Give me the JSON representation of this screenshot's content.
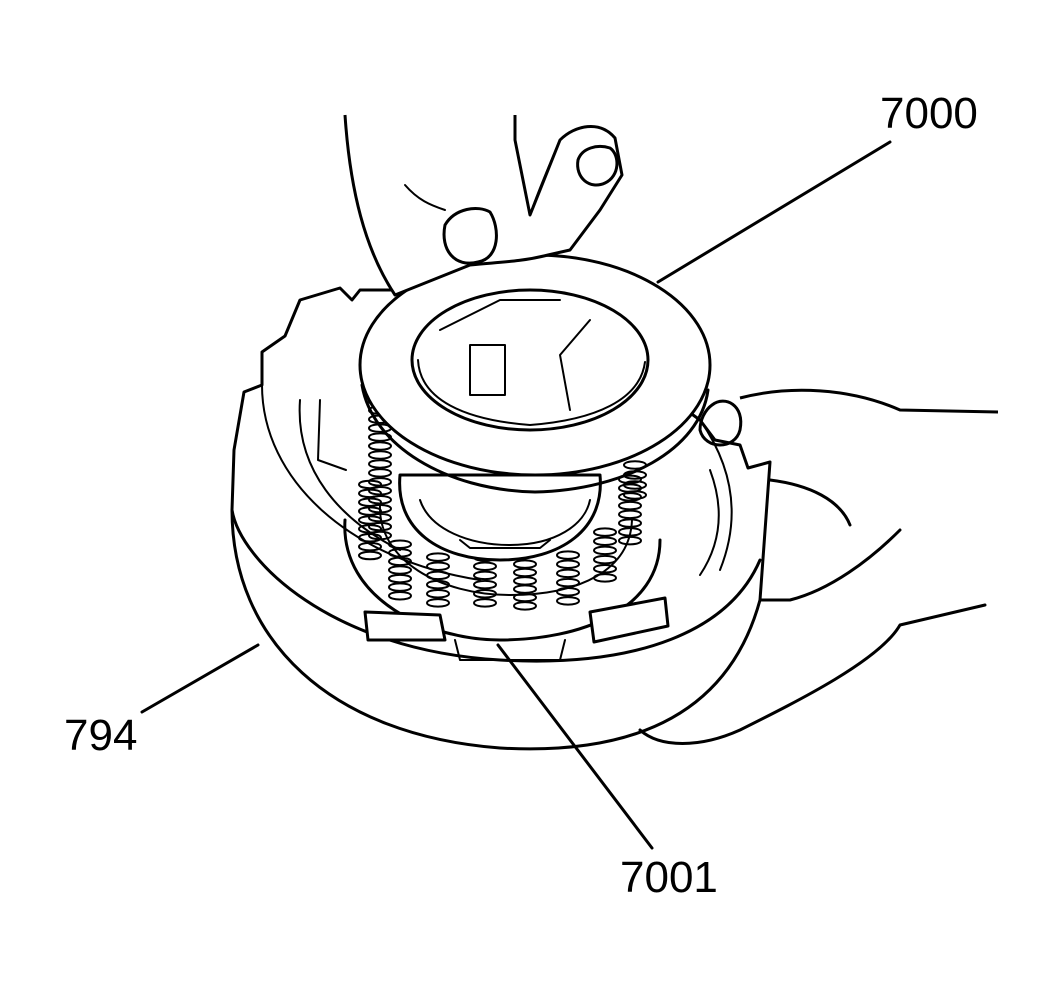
{
  "colors": {
    "line": "#000000",
    "background": "#ffffff"
  },
  "callouts": [
    {
      "id": "snap-ring-spring-retainer",
      "label": "7000"
    },
    {
      "id": "housing",
      "label": "794"
    },
    {
      "id": "spring-assembly",
      "label": "7001"
    }
  ]
}
